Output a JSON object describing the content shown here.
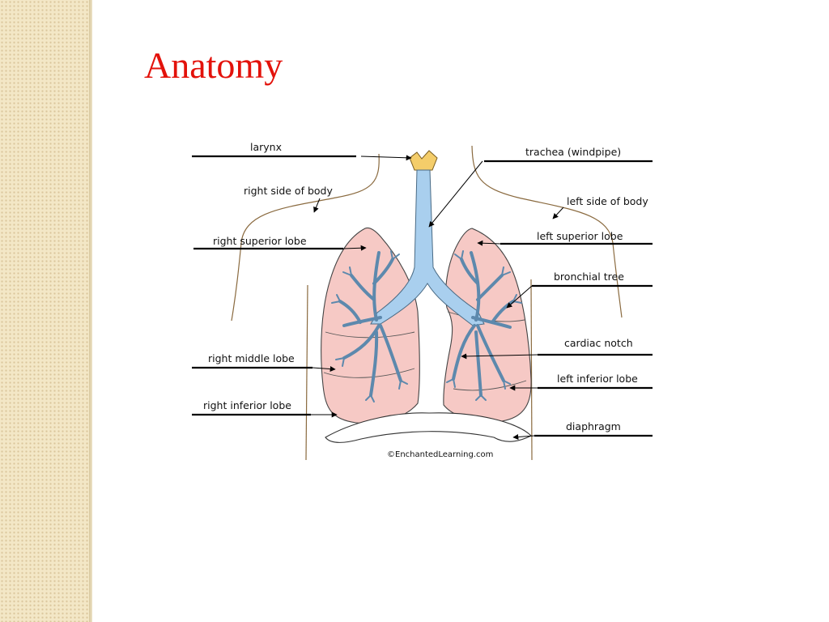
{
  "slide": {
    "title": "Anatomy"
  },
  "diagram": {
    "labels": {
      "larynx": "larynx",
      "right_side": "right side of body",
      "right_superior": "right superior lobe",
      "right_middle": "right middle lobe",
      "right_inferior": "right inferior lobe",
      "trachea": "trachea (windpipe)",
      "left_side": "left side of body",
      "left_superior": "left superior lobe",
      "bronchial_tree": "bronchial tree",
      "cardiac_notch": "cardiac notch",
      "left_inferior": "left inferior lobe",
      "diaphragm": "diaphragm"
    },
    "credit": "©EnchantedLearning.com",
    "colors": {
      "title": "#e3120b",
      "lung_fill": "#f6c9c5",
      "airway": "#a9cfee",
      "larynx": "#f4cd6a",
      "background_band": "#f3e7c6"
    }
  }
}
